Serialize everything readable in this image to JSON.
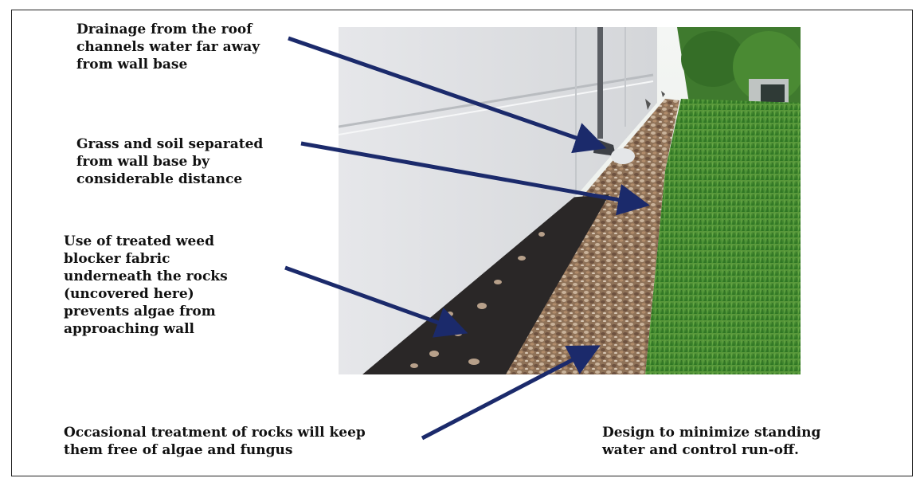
{
  "annotations": {
    "drainage": "Drainage from the roof\nchannels water far away\nfrom wall base",
    "grass": "Grass and soil separated\nfrom wall base by\nconsiderable distance",
    "fabric": "Use of treated weed\nblocker fabric\nunderneath the rocks\n(uncovered here)\nprevents algae from\napproaching wall",
    "treatment": "Occasional treatment of rocks will keep\nthem free of algae and fungus",
    "design": "Design to minimize standing\nwater and control run-off."
  },
  "colors": {
    "arrow": "#1b2a6b",
    "wall": "#e9eaec",
    "grass": "#3f8a2e",
    "rocks": "#9c7a5e",
    "fabric": "#2a2727"
  }
}
